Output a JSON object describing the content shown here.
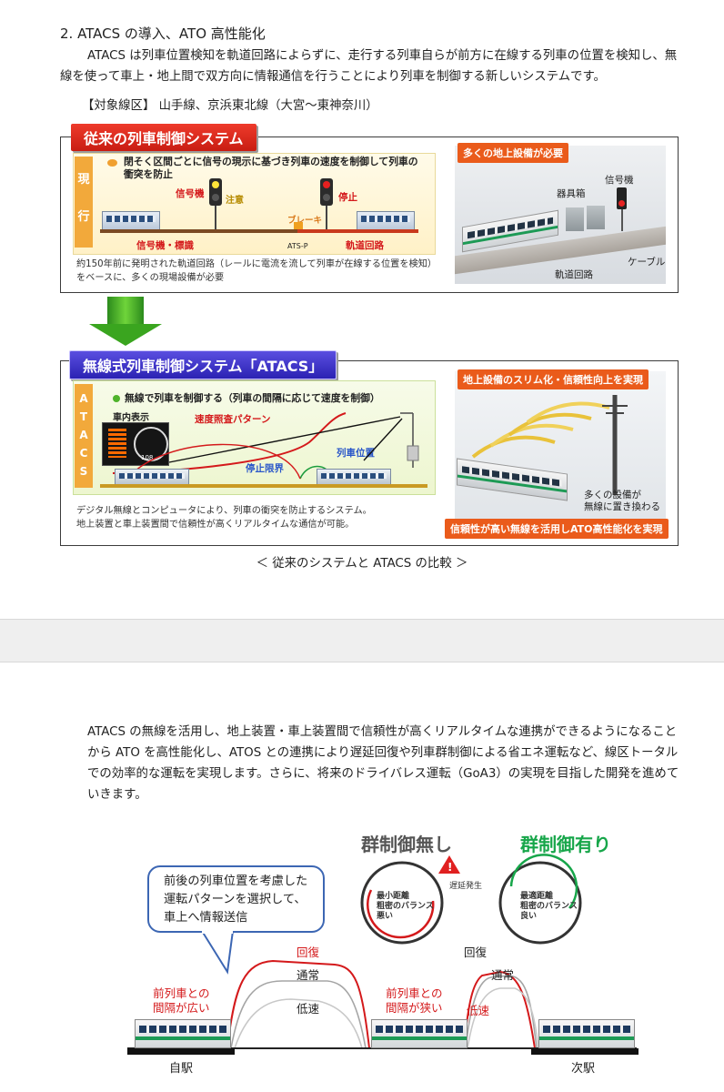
{
  "section": {
    "title": "2. ATACS の導入、ATO 高性能化",
    "intro": "ATACS は列車位置検知を軌道回路によらずに、走行する列車自らが前方に在線する列車の位置を検知し、無線を使って車上・地上間で双方向に情報通信を行うことにより列車を制御する新しいシステムです。",
    "scope": "【対象線区】 山手線、京浜東北線（大宮～東神奈川）"
  },
  "conventional": {
    "tag": "従来の列車制御システム",
    "side_label_top": "現",
    "side_label_bottom": "行",
    "bullet": "閉そく区間ごとに信号の現示に基づき列車の速度を制御して列車の衝突を防止",
    "signal_label": "信号機",
    "caution": "注意",
    "stop": "停止",
    "brake": "ブレーキ",
    "atsp": "ATS-P",
    "signs": "信号機・標識",
    "track_circuit": "軌道回路",
    "note": "約150年前に発明された軌道回路（レールに電流を流して列車が在線する位置を検知）をベースに、多くの現場設備が必要",
    "photo_tag": "多くの地上設備が必要",
    "photo_equipment_box": "器具箱",
    "photo_signal": "信号機",
    "photo_cable": "ケーブル",
    "photo_track_circuit": "軌道回路"
  },
  "atacs": {
    "tag": "無線式列車制御システム「ATACS」",
    "side_label": [
      "A",
      "T",
      "A",
      "C",
      "S"
    ],
    "bullet": "無線で列車を制御する（列車の間隔に応じて速度を制御）",
    "onboard": "車内表示",
    "pattern": "速度照査パターン",
    "position": "列車位置",
    "stop_limit": "停止限界",
    "note_line1": "デジタル無線とコンピュータにより、列車の衝突を防止するシステム。",
    "note_line2": "地上装置と車上装置間で信頼性が高くリアルタイムな通信が可能。",
    "photo_tag_top": "地上設備のスリム化・信頼性向上を実現",
    "photo_caption_line1": "多くの設備が",
    "photo_caption_line2": "無線に置き換わる",
    "photo_tag_bottom": "信頼性が高い無線を活用しATO高性能化を実現",
    "speed_readout": "108"
  },
  "comparison_caption": "＜ 従来のシステムと ATACS の比較 ＞",
  "second": {
    "paragraph": "ATACS の無線を活用し、地上装置・車上装置間で信頼性が高くリアルタイムな連携ができるようになることから ATO を高性能化し、ATOS との連携により遅延回復や列車群制御による省エネ運転など、線区トータルでの効率的な運転を実現します。さらに、将来のドライバレス運転（GoA3）の実現を目指した開発を進めていきます。",
    "callout": [
      "前後の列車位置を考慮した",
      "運転パターンを選択して、",
      "車上へ情報送信"
    ],
    "no_group": "群制御無し",
    "with_group": "群制御有り",
    "delay": "遅延発生",
    "no_group_inner": [
      "最小距離",
      "粗密のバランス",
      "悪い"
    ],
    "with_group_inner": [
      "最適距離",
      "粗密のバランス",
      "良い"
    ],
    "recover": "回復",
    "normal": "通常",
    "low": "低速",
    "wide_gap": [
      "前列車との",
      "間隔が広い"
    ],
    "narrow_gap": [
      "前列車との",
      "間隔が狭い"
    ],
    "own_station": "自駅",
    "next_station": "次駅"
  },
  "colors": {
    "red": "#d4191b",
    "orange": "#ea5b1b",
    "blue_tag": "#2b22b3",
    "green": "#17a64a"
  }
}
